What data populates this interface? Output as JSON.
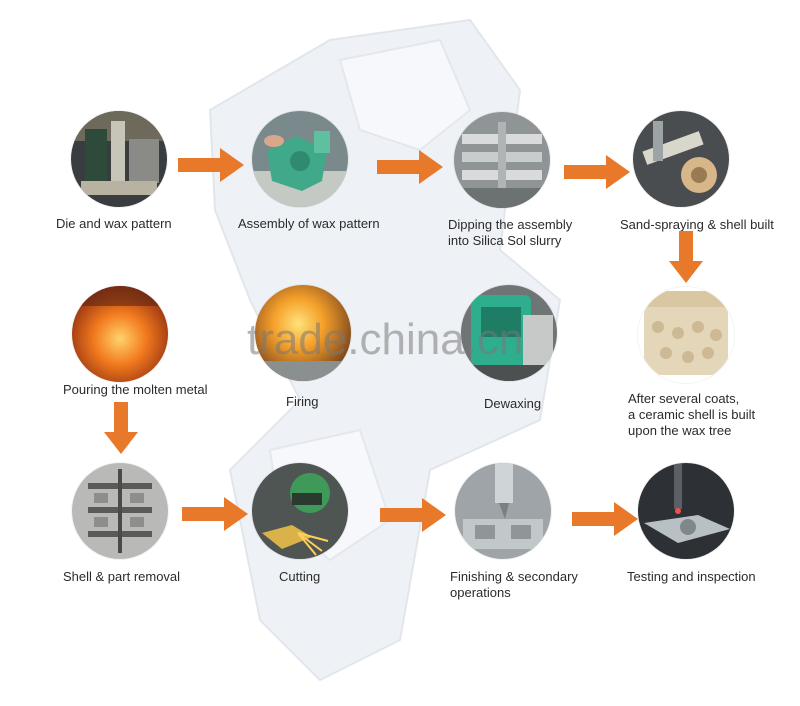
{
  "watermark": "trade.china.cn",
  "colors": {
    "arrow": "#e8792b",
    "text": "#2b2b2b"
  },
  "steps": [
    {
      "label": "Die and wax pattern",
      "icon": "die-machine-photo"
    },
    {
      "label": "Assembly of wax pattern",
      "icon": "wax-assembly-photo"
    },
    {
      "label_line1": "Dipping the assembly",
      "label_line2": "into Silica Sol slurry",
      "icon": "slurry-dipping-photo"
    },
    {
      "label": "Sand-spraying & shell built",
      "icon": "sand-spraying-photo"
    },
    {
      "label_line1": "After several coats,",
      "label_line2": "a ceramic shell is built",
      "label_line3": "upon the wax tree",
      "icon": "ceramic-shell-photo"
    },
    {
      "label": "Dewaxing",
      "icon": "dewaxing-photo"
    },
    {
      "label": "Firing",
      "icon": "firing-photo"
    },
    {
      "label": "Pouring the molten metal",
      "icon": "pouring-photo"
    },
    {
      "label": "Shell & part removal",
      "icon": "shell-removal-photo"
    },
    {
      "label": "Cutting",
      "icon": "cutting-photo"
    },
    {
      "label_line1": "Finishing & secondary",
      "label_line2": "operations",
      "icon": "finishing-photo"
    },
    {
      "label": "Testing and inspection",
      "icon": "inspection-photo"
    }
  ]
}
